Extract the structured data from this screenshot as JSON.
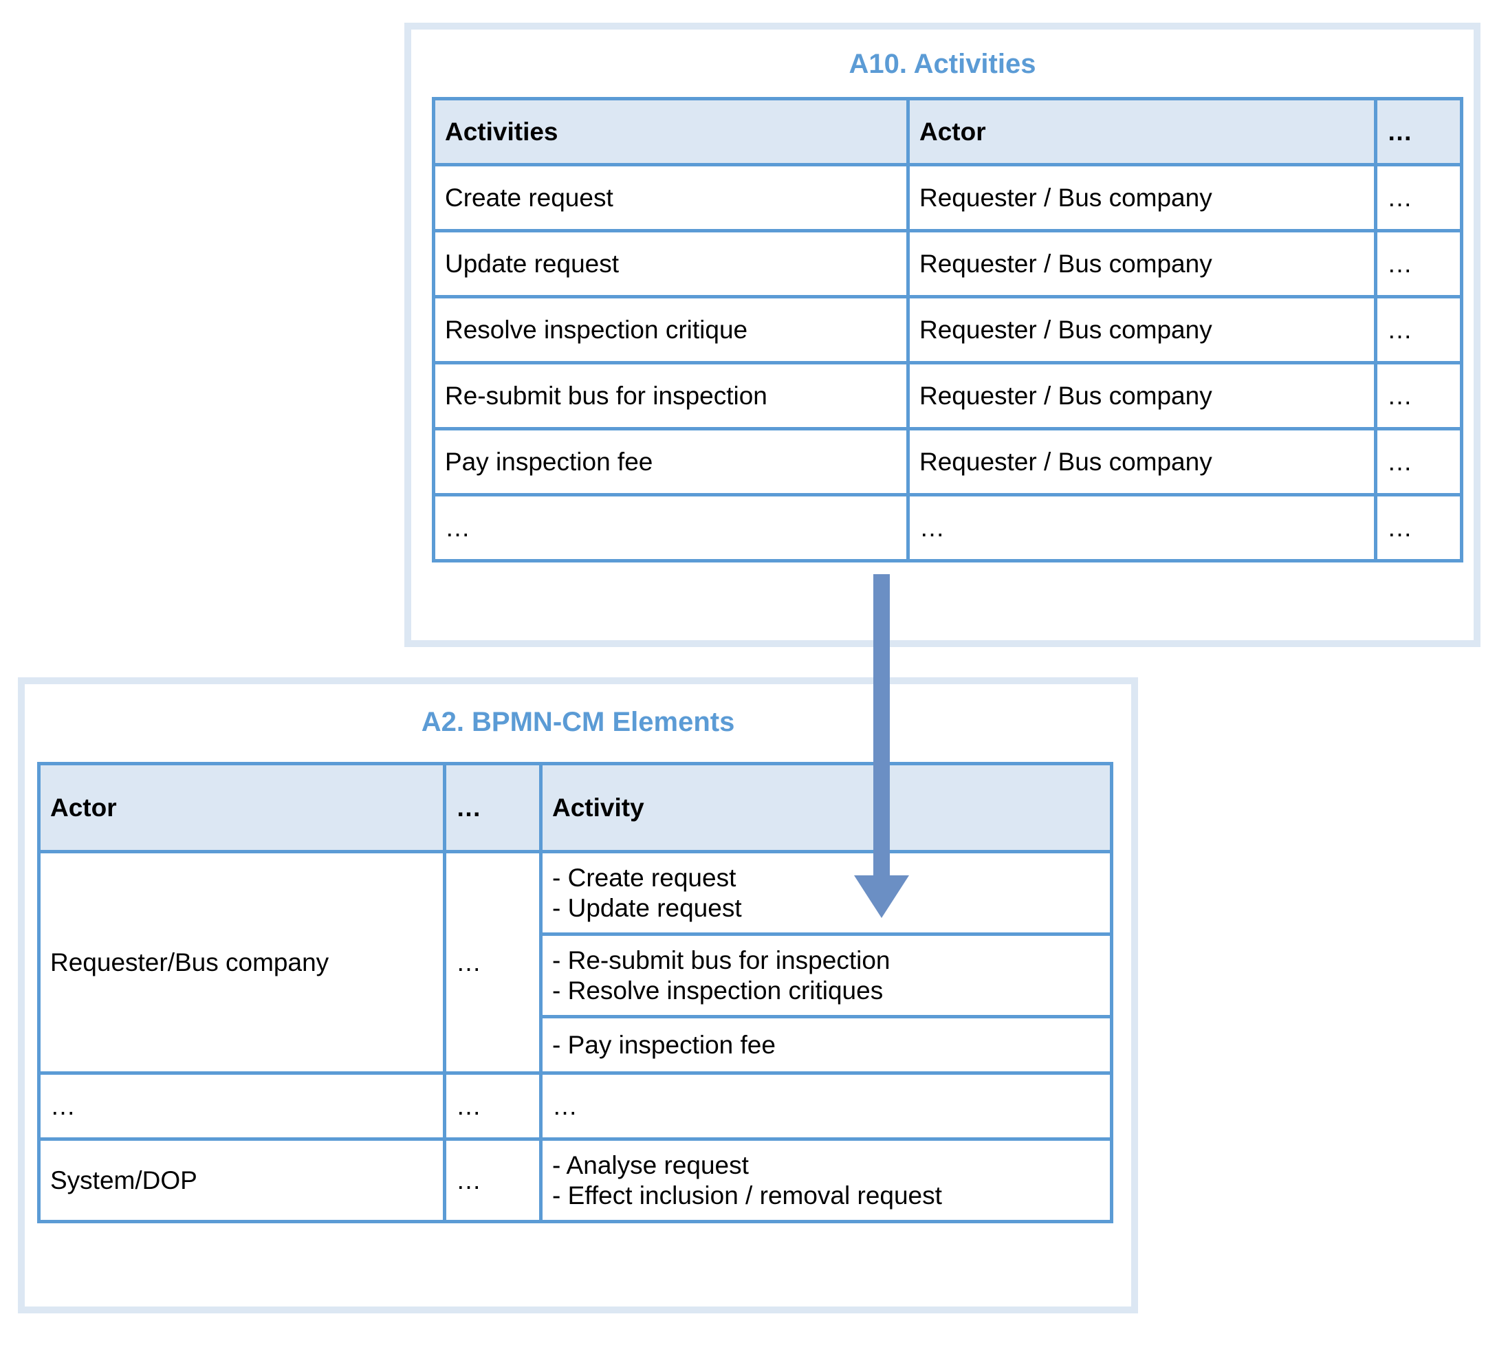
{
  "colors": {
    "accent": "#5b9bd5",
    "panel_border": "#dce7f3",
    "shaded_row": "#dce7f3",
    "arrow": "#6b8fc4",
    "text": "#000000"
  },
  "panel_activities": {
    "title": "A10. Activities",
    "table": {
      "headers": [
        "Activities",
        "Actor",
        "…"
      ],
      "rows": [
        {
          "activity": "Create request",
          "actor": "Requester / Bus company",
          "more": "…",
          "shaded": false
        },
        {
          "activity": "Update request",
          "actor": "Requester / Bus company",
          "more": "…",
          "shaded": true
        },
        {
          "activity": "Resolve inspection critique",
          "actor": "Requester / Bus company",
          "more": "…",
          "shaded": false
        },
        {
          "activity": "Re-submit bus for inspection",
          "actor": "Requester / Bus company",
          "more": "…",
          "shaded": true
        },
        {
          "activity": "Pay inspection fee",
          "actor": "Requester / Bus company",
          "more": "…",
          "shaded": false
        },
        {
          "activity": "…",
          "actor": "…",
          "more": "…",
          "shaded": true
        }
      ]
    }
  },
  "panel_bpmn": {
    "title": "A2. BPMN-CM Elements",
    "table": {
      "headers": [
        "Actor",
        "…",
        "Activity"
      ],
      "group_requester": {
        "actor": "Requester/Bus company",
        "more": "…",
        "activity_cells": [
          {
            "lines": [
              "- Create request",
              "- Update request"
            ]
          },
          {
            "lines": [
              "- Re-submit bus for inspection",
              "- Resolve inspection critiques"
            ]
          },
          {
            "lines": [
              "- Pay inspection fee"
            ]
          }
        ]
      },
      "row_ellipsis": {
        "actor": "…",
        "more": "…",
        "activity": "…"
      },
      "group_system": {
        "actor": "System/DOP",
        "more": "…",
        "activity_lines": [
          "- Analyse request",
          "- Effect inclusion / removal request"
        ]
      }
    }
  },
  "connector": {
    "name": "flow-arrow",
    "direction": "down",
    "from": "A10. Activities",
    "to": "A2. BPMN-CM Elements"
  }
}
